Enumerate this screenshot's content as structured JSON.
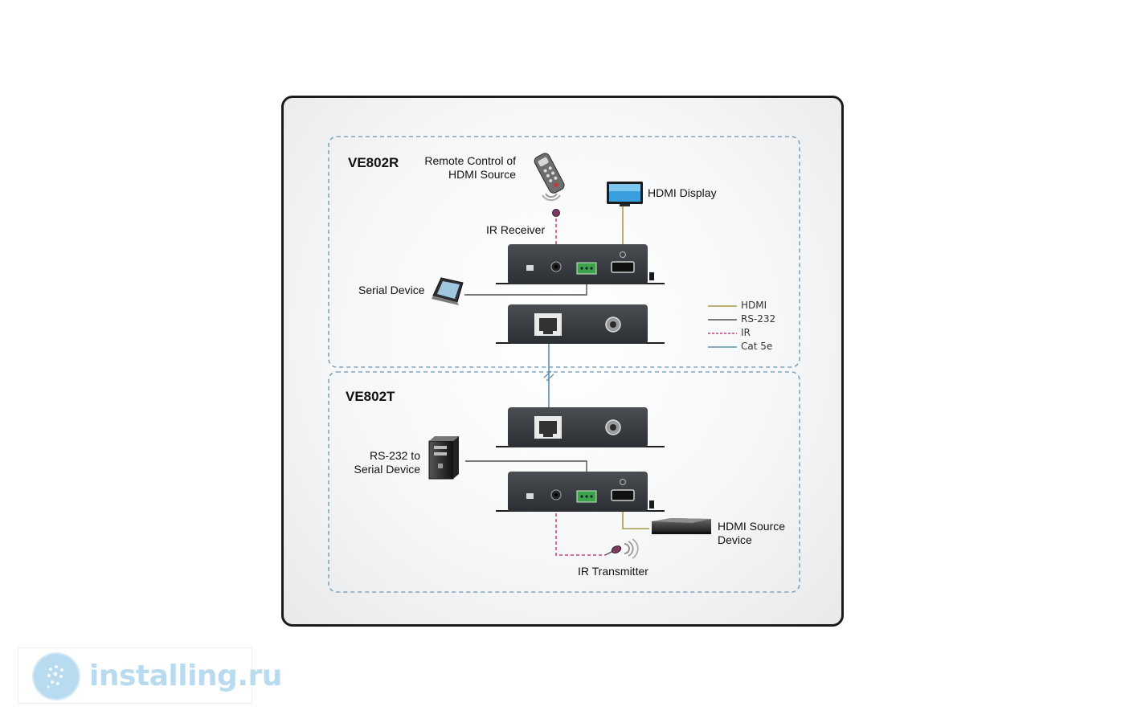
{
  "zones": {
    "receiver_title": "VE802R",
    "transmitter_title": "VE802T"
  },
  "labels": {
    "remote_control": "Remote Control of\nHDMI Source",
    "hdmi_display": "HDMI Display",
    "ir_receiver": "IR Receiver",
    "serial_device": "Serial Device",
    "rs232_serial_device": "RS-232 to\nSerial Device",
    "hdmi_source_device": "HDMI Source\nDevice",
    "ir_transmitter": "IR Transmitter"
  },
  "legend": [
    {
      "label": "HDMI",
      "color": "#a79a4a",
      "style": "solid"
    },
    {
      "label": "RS-232",
      "color": "#4d4f52",
      "style": "solid"
    },
    {
      "label": "IR",
      "color": "#c6407e",
      "style": "dashed"
    },
    {
      "label": "Cat 5e",
      "color": "#5b8fae",
      "style": "solid"
    }
  ],
  "watermark": {
    "text": "installing.ru"
  }
}
